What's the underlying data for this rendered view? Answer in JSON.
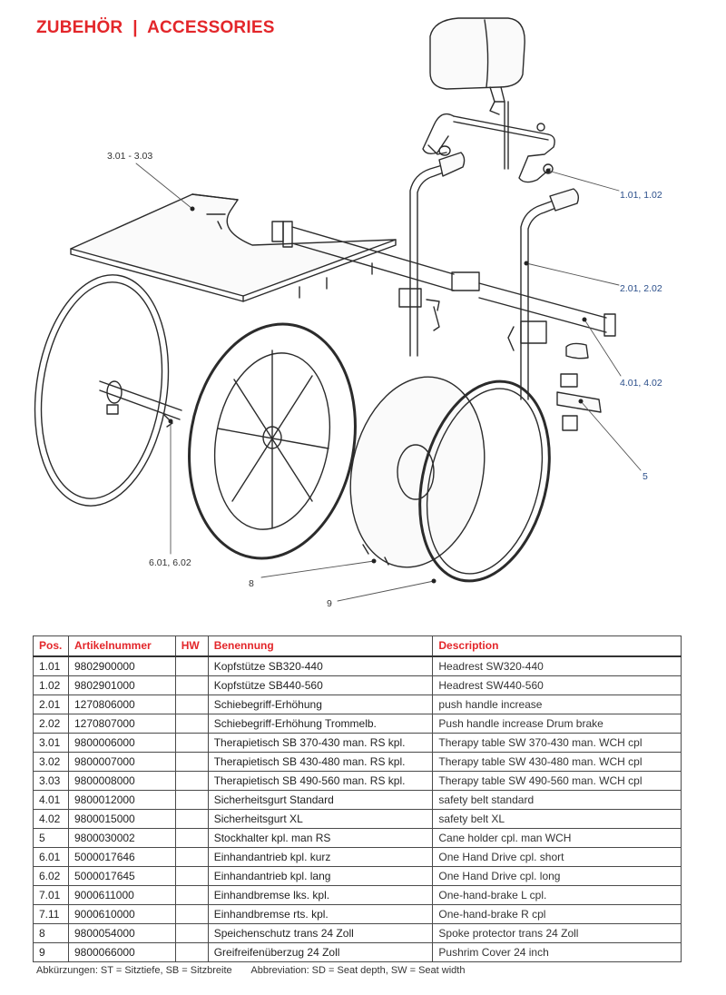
{
  "header": {
    "title": "ZUBEHÖR  |  ACCESSORIES"
  },
  "diagram": {
    "callouts": {
      "c_301": "3.01 - 3.03",
      "c_101": "1.01, 1.02",
      "c_201": "2.01, 2.02",
      "c_401": "4.01, 4.02",
      "c_5": "5",
      "c_601": "6.01, 6.02",
      "c_8": "8",
      "c_9": "9"
    }
  },
  "table": {
    "headers": {
      "pos": "Pos.",
      "art": "Artikelnummer",
      "hw": "HW",
      "ben": "Benennung",
      "desc": "Description"
    },
    "rows": [
      {
        "pos": "1.01",
        "art": "9802900000",
        "hw": "",
        "ben": "Kopfstütze SB320-440",
        "desc": "Headrest SW320-440"
      },
      {
        "pos": "1.02",
        "art": "9802901000",
        "hw": "",
        "ben": "Kopfstütze SB440-560",
        "desc": "Headrest SW440-560"
      },
      {
        "pos": "2.01",
        "art": "1270806000",
        "hw": "",
        "ben": "Schiebegriff-Erhöhung",
        "desc": "push handle increase"
      },
      {
        "pos": "2.02",
        "art": "1270807000",
        "hw": "",
        "ben": "Schiebegriff-Erhöhung Trommelb.",
        "desc": "Push handle increase Drum brake"
      },
      {
        "pos": "3.01",
        "art": "9800006000",
        "hw": "",
        "ben": "Therapietisch SB 370-430 man. RS kpl.",
        "desc": "Therapy table SW 370-430 man. WCH cpl"
      },
      {
        "pos": "3.02",
        "art": "9800007000",
        "hw": "",
        "ben": "Therapietisch SB 430-480 man. RS kpl.",
        "desc": "Therapy table SW 430-480 man. WCH cpl"
      },
      {
        "pos": "3.03",
        "art": "9800008000",
        "hw": "",
        "ben": "Therapietisch SB 490-560 man. RS kpl.",
        "desc": "Therapy table SW 490-560 man. WCH cpl"
      },
      {
        "pos": "4.01",
        "art": "9800012000",
        "hw": "",
        "ben": "Sicherheitsgurt Standard",
        "desc": "safety belt standard"
      },
      {
        "pos": "4.02",
        "art": "9800015000",
        "hw": "",
        "ben": "Sicherheitsgurt XL",
        "desc": "safety belt XL"
      },
      {
        "pos": "5",
        "art": "9800030002",
        "hw": "",
        "ben": "Stockhalter kpl. man RS",
        "desc": "Cane holder cpl. man WCH"
      },
      {
        "pos": "6.01",
        "art": "5000017646",
        "hw": "",
        "ben": "Einhandantrieb kpl. kurz",
        "desc": "One Hand Drive cpl. short"
      },
      {
        "pos": "6.02",
        "art": "5000017645",
        "hw": "",
        "ben": "Einhandantrieb kpl. lang",
        "desc": "One Hand Drive cpl. long"
      },
      {
        "pos": "7.01",
        "art": "9000611000",
        "hw": "",
        "ben": "Einhandbremse lks. kpl.",
        "desc": "One-hand-brake L cpl."
      },
      {
        "pos": "7.11",
        "art": "9000610000",
        "hw": "",
        "ben": "Einhandbremse rts. kpl.",
        "desc": "One-hand-brake R cpl"
      },
      {
        "pos": "8",
        "art": "9800054000",
        "hw": "",
        "ben": "Speichenschutz trans 24 Zoll",
        "desc": "Spoke protector trans 24 Zoll"
      },
      {
        "pos": "9",
        "art": "9800066000",
        "hw": "",
        "ben": "Greifreifenüberzug 24 Zoll",
        "desc": "Pushrim Cover 24 inch"
      }
    ]
  },
  "footer": {
    "abbreviations": "Abkürzungen: ST = Sitztiefe, SB = Sitzbreite       Abbreviation: SD = Seat depth, SW = Seat width"
  }
}
